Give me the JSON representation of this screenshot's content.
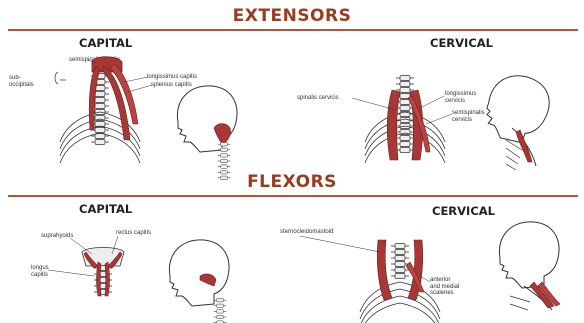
{
  "colors": {
    "heading": "#9a3b22",
    "rule": "#b5543a",
    "muscle": "#a83838",
    "muscle_dark": "#6e1f1f",
    "bone": "#eeeeee",
    "outline": "#333333"
  },
  "extensors": {
    "title": "EXTENSORS",
    "capital": {
      "title": "CAPITAL",
      "labels": {
        "semispinalis": "semispinalis capitis",
        "suboccipitals": "sub-\noccipitals",
        "longissimus": "longissimus capitis",
        "splenius": "splenius capitis"
      }
    },
    "cervical": {
      "title": "CERVICAL",
      "labels": {
        "spinalis": "spinalis cervicis",
        "longissimus": "longissimus\ncervicis",
        "semispinalis": "semispinalis\ncervicis"
      }
    }
  },
  "flexors": {
    "title": "FLEXORS",
    "capital": {
      "title": "CAPITAL",
      "labels": {
        "suprahyoids": "suprahyoids",
        "rectus": "rectus capitis",
        "longus": "longus\ncapitis"
      }
    },
    "cervical": {
      "title": "CERVICAL",
      "labels": {
        "scm": "sternocleidomastoid",
        "scalenes": "anterior\nand medial\nscalenes"
      }
    }
  }
}
